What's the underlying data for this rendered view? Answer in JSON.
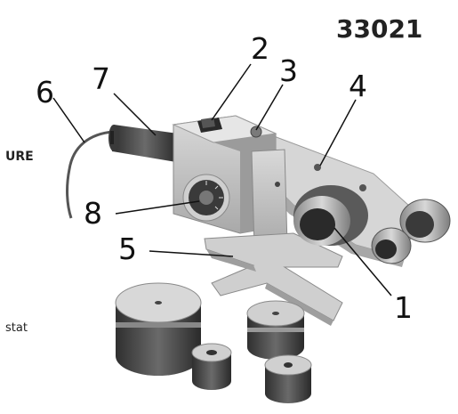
{
  "model_number": "33021",
  "side_fragments": {
    "top": "URE",
    "bottom": "stat"
  },
  "callouts": [
    "1",
    "2",
    "3",
    "4",
    "5",
    "6",
    "7",
    "8"
  ],
  "colors": {
    "metal_light": "#c9c9c9",
    "metal_mid": "#a8a8a8",
    "metal_dark": "#4a4a4a",
    "ink": "#111111"
  }
}
